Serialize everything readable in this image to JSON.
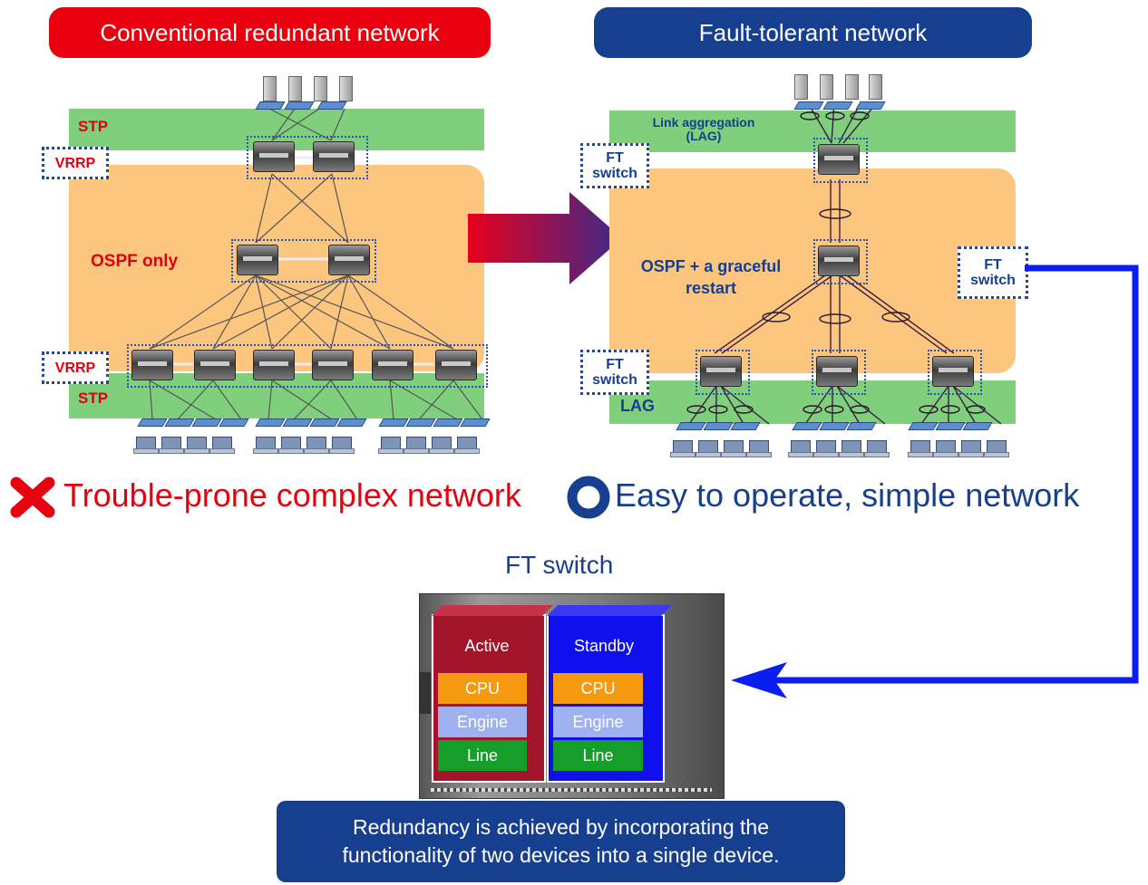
{
  "headers": {
    "left": "Conventional redundant network",
    "right": "Fault-tolerant network"
  },
  "left_diagram": {
    "stp_top": "STP",
    "stp_bottom": "STP",
    "vrrp_top": "VRRP",
    "vrrp_bottom": "VRRP",
    "ospf": "OSPF only"
  },
  "right_diagram": {
    "link_aggregation": "Link aggregation\n(LAG)",
    "ft_switch_top": "FT\nswitch",
    "ft_switch_bottom": "FT\nswitch",
    "ft_switch_side": "FT\nswitch",
    "ospf": "OSPF + a graceful\nrestart",
    "lag": "LAG"
  },
  "results": {
    "left": "Trouble-prone complex network",
    "right": "Easy to operate, simple network"
  },
  "ft_switch": {
    "title": "FT switch",
    "active": {
      "label": "Active",
      "modules": [
        "CPU",
        "Engine",
        "Line"
      ]
    },
    "standby": {
      "label": "Standby",
      "modules": [
        "CPU",
        "Engine",
        "Line"
      ]
    }
  },
  "note": "Redundancy is achieved by incorporating the functionality of two devices into a single device.",
  "colors": {
    "red": "#e8000e",
    "navy": "#173f8f",
    "green_band": "#7fcf7c",
    "orange_band": "#fcc67f",
    "active": "#a3152a",
    "standby": "#1010ee",
    "cpu": "#f59a10",
    "engine": "#9fb1f0",
    "line": "#169e2a",
    "connector": "#0a1ef0"
  },
  "icons": [
    "cross-icon",
    "circle-icon",
    "arrow-right-icon",
    "connector-arrow-icon"
  ]
}
